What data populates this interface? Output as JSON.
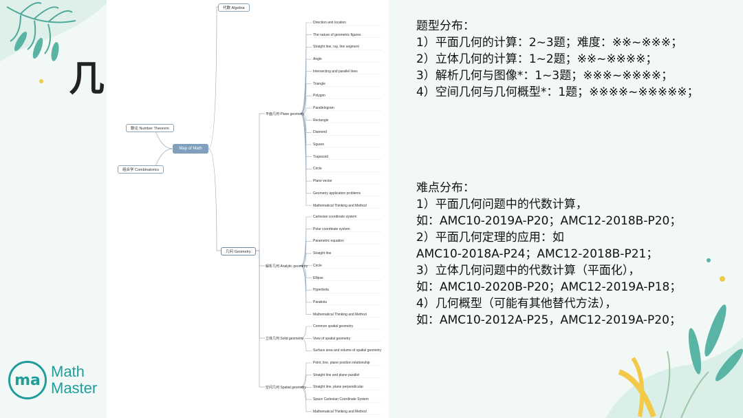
{
  "slide": {
    "title": "几何",
    "logo": {
      "line1": "Math",
      "line2": "Master",
      "mark": "ma"
    },
    "colors": {
      "brand": "#1f9d9a",
      "bg": "#f1f8f5",
      "leaf": "#5ab4a6",
      "accent": "#f3c94a"
    }
  },
  "mindmap": {
    "root": "Map of Math",
    "algebra": "代数 Algebra",
    "number_theory": "数论 Number Theorem",
    "combinatorics": "组合学 Combinatorics",
    "geometry": "几何 Geometry",
    "plane": {
      "label": "平面几何 Plane geometry",
      "items": [
        "Direction and location",
        "The nature of geometric figures",
        "Straight line, ray, line segment",
        "Angle",
        "Intersecting and parallel lines",
        "Triangle",
        "Polygon",
        "Parallelogram",
        "Rectangle",
        "Diamond",
        "Square",
        "Trapezoid",
        "Circle",
        "Plane vector",
        "Geometry application problems",
        "Mathematical Thinking and Method"
      ]
    },
    "analytic": {
      "label": "解析几何 Analytic geometry",
      "items": [
        "Cartesian coordinate system",
        "Polar coordinate system",
        "Parametric equation",
        "Straight line",
        "Circle",
        "Ellipse",
        "Hyperbola",
        "Parabola",
        "Mathematical Thinking and Method"
      ]
    },
    "solid": {
      "label": "立体几何 Solid geometry",
      "items": [
        "Common spatial geometry",
        "View of spatial geometry",
        "Surface area and volume of spatial geometry"
      ]
    },
    "spatial": {
      "label": "空间几何 Spatial geometry",
      "items": [
        "Point, line, plane position relationship",
        "Straight line and plane parallel",
        "Straight line, plane perpendicular",
        "Space Cartesian Coordinate System",
        "Mathematical Thinking and Method"
      ]
    }
  },
  "distribution": {
    "heading": "题型分布：",
    "lines": [
      "1）平面几何的计算：2~3题；难度：※※~※※※；",
      "2）立体几何的计算：1~2题；※※~※※※※；",
      "3）解析几何与图像*：1~3题；※※※~※※※※；",
      "4）空间几何与几何概型*：1题；※※※※~※※※※※；"
    ]
  },
  "difficulty": {
    "heading": "难点分布：",
    "lines": [
      "1）平面几何问题中的代数计算，",
      "如：AMC10-2019A-P20；AMC12-2018B-P20；",
      "2）平面几何定理的应用：如",
      "AMC10-2018A-P24；AMC12-2018B-P21；",
      "3）立体几何问题中的代数计算（平面化），",
      "如：AMC10-2020B-P20；AMC12-2019A-P18；",
      "4）几何概型（可能有其他替代方法），",
      "如：AMC10-2012A-P25，AMC12-2019A-P20；"
    ]
  }
}
